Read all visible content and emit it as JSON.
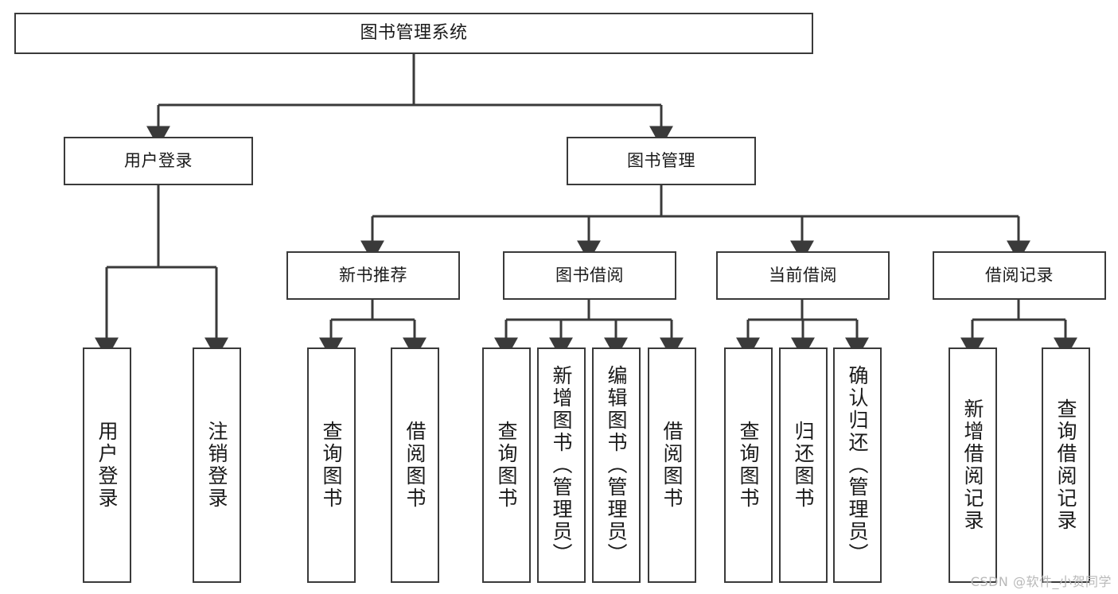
{
  "diagram": {
    "title": "图书管理系统",
    "watermark": "CSDN @软件_小贺同学",
    "line_color": "#3a3a3a",
    "box_fill": "#ffffff",
    "text_color": "#1a1a1a",
    "watermark_color": "#b9b9b9"
  },
  "nodes": {
    "root": {
      "label": "图书管理系统"
    },
    "level2": [
      {
        "id": "user-login",
        "label": "用户登录"
      },
      {
        "id": "book-manage",
        "label": "图书管理"
      }
    ],
    "level3": [
      {
        "id": "new-book-recommend",
        "label": "新书推荐"
      },
      {
        "id": "book-borrow",
        "label": "图书借阅"
      },
      {
        "id": "current-borrow",
        "label": "当前借阅"
      },
      {
        "id": "borrow-record",
        "label": "借阅记录"
      }
    ],
    "leaves": {
      "user_login": [
        {
          "id": "leaf-user-login",
          "label": "用户登录"
        },
        {
          "id": "leaf-logout",
          "label": "注销登录"
        }
      ],
      "new_book_recommend": [
        {
          "id": "leaf-query-book-1",
          "label": "查询图书"
        },
        {
          "id": "leaf-borrow-book-1",
          "label": "借阅图书"
        }
      ],
      "book_borrow": [
        {
          "id": "leaf-query-book-2",
          "label": "查询图书"
        },
        {
          "id": "leaf-add-book",
          "label": "新增图书（管理员）"
        },
        {
          "id": "leaf-edit-book",
          "label": "编辑图书（管理员）"
        },
        {
          "id": "leaf-borrow-book-2",
          "label": "借阅图书"
        }
      ],
      "current_borrow": [
        {
          "id": "leaf-query-book-3",
          "label": "查询图书"
        },
        {
          "id": "leaf-return-book",
          "label": "归还图书"
        },
        {
          "id": "leaf-confirm-return",
          "label": "确认归还（管理员）"
        }
      ],
      "borrow_record": [
        {
          "id": "leaf-add-record",
          "label": "新增借阅记录"
        },
        {
          "id": "leaf-query-record",
          "label": "查询借阅记录"
        }
      ]
    }
  }
}
